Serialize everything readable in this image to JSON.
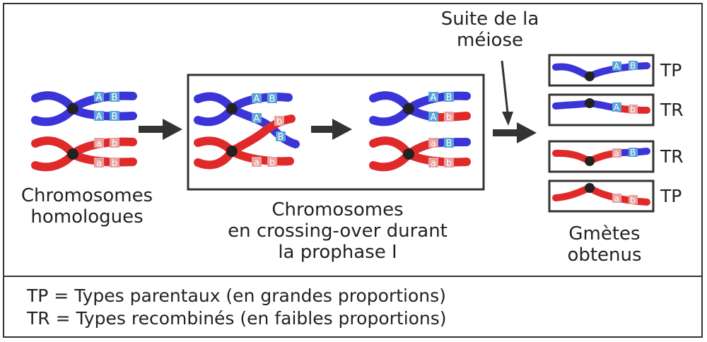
{
  "labels": {
    "homologous": [
      "Chromosomes",
      "homologues"
    ],
    "crossing": [
      "Chromosomes",
      "en crossing-over durant",
      "la prophase I"
    ],
    "meiosis": [
      "Suite de la",
      "méiose"
    ],
    "gametes": [
      "Gmètes",
      "obtenus"
    ]
  },
  "alleles": {
    "A": "A",
    "B": "B",
    "a": "a",
    "b": "b"
  },
  "gamete_types": [
    "TP",
    "TR",
    "TR",
    "TP"
  ],
  "legend": [
    "TP = Types parentaux (en grandes proportions)",
    "TR = Types recombinés (en faibles proportions)"
  ],
  "colors": {
    "blue": "#3b35d8",
    "red": "#e02a2a",
    "allele_box": "#5aa4d8",
    "centromere": "#222222",
    "frame": "#333333"
  }
}
